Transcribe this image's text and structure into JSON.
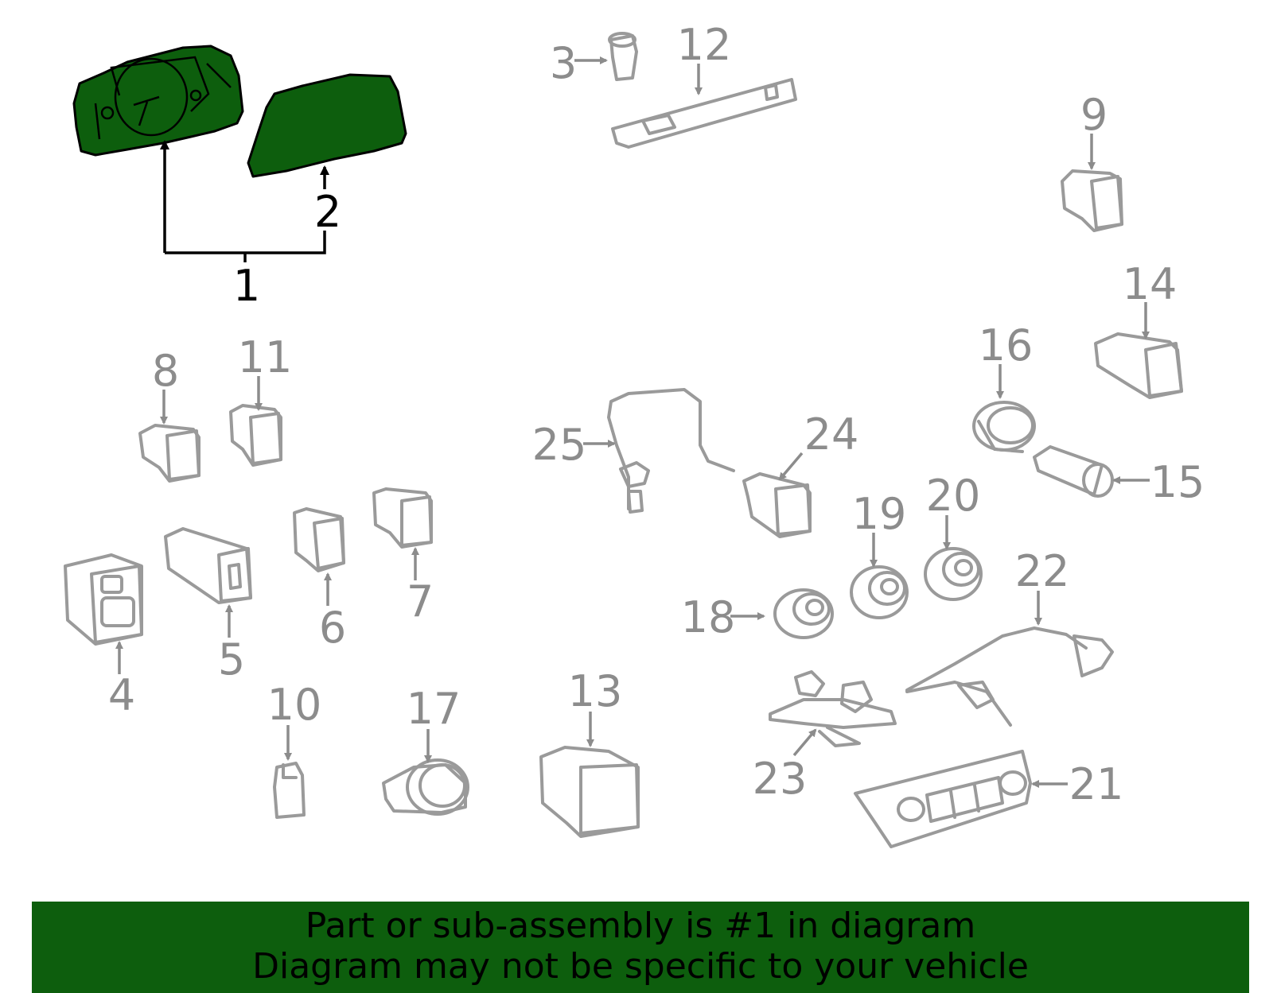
{
  "colors": {
    "highlight": "#0d5e0d",
    "part_stroke": "#9a9a9a",
    "label_gray": "#8c8c8c",
    "label_black": "#000000"
  },
  "labels": {
    "p1": "1",
    "p2": "2",
    "p3": "3",
    "p4": "4",
    "p5": "5",
    "p6": "6",
    "p7": "7",
    "p8": "8",
    "p9": "9",
    "p10": "10",
    "p11": "11",
    "p12": "12",
    "p13": "13",
    "p14": "14",
    "p15": "15",
    "p16": "16",
    "p17": "17",
    "p18": "18",
    "p19": "19",
    "p20": "20",
    "p21": "21",
    "p22": "22",
    "p23": "23",
    "p24": "24",
    "p25": "25"
  },
  "banner": {
    "line1": "Part or sub-assembly is #1 in diagram",
    "line2": "Diagram may not be specific to your vehicle"
  }
}
